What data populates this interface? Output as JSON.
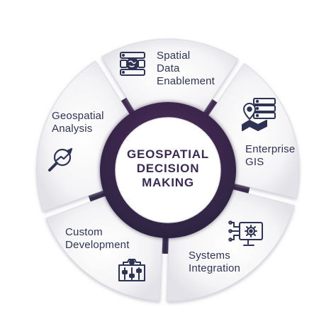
{
  "center": {
    "line1": "GEOSPATIAL",
    "line2": "DECISION",
    "line3": "MAKING"
  },
  "segments": [
    {
      "name": "spatial-data-enablement",
      "lines": [
        "Spatial",
        "Data",
        "Enablement"
      ],
      "icon": "database-globe-icon"
    },
    {
      "name": "enterprise-gis",
      "lines": [
        "Enterprise",
        "GIS"
      ],
      "icon": "map-pin-server-icon"
    },
    {
      "name": "systems-integration",
      "lines": [
        "Systems",
        "Integration"
      ],
      "icon": "monitor-gear-circuit-icon"
    },
    {
      "name": "custom-development",
      "lines": [
        "Custom",
        "Development"
      ],
      "icon": "gear-sliders-icon"
    },
    {
      "name": "geospatial-analysis",
      "lines": [
        "Geospatial",
        "Analysis"
      ],
      "icon": "magnifier-trend-icon"
    }
  ],
  "colors": {
    "segment_fill": "#f1f1f3",
    "segment_shadow": "#d4d4dc",
    "ring": "#3b2a4c",
    "ring_accent": "#5a2d5e",
    "text": "#2e3354",
    "icon": "#2e3354"
  }
}
